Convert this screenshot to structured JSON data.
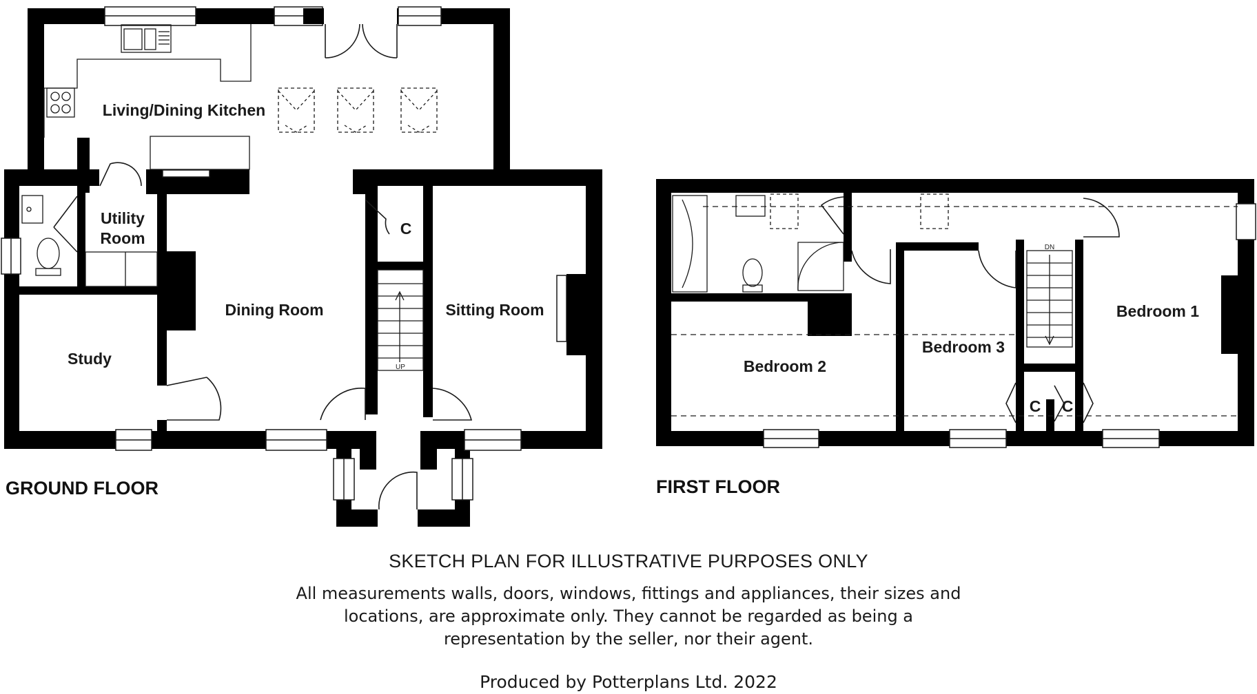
{
  "ground_floor": {
    "label": "GROUND FLOOR",
    "rooms": {
      "living_dining_kitchen": "Living/Dining Kitchen",
      "utility_line1": "Utility",
      "utility_line2": "Room",
      "dining_room": "Dining Room",
      "sitting_room": "Sitting Room",
      "study": "Study",
      "cupboard": "C"
    },
    "stairs_label": "UP"
  },
  "first_floor": {
    "label": "FIRST FLOOR",
    "rooms": {
      "bedroom_1": "Bedroom 1",
      "bedroom_2": "Bedroom 2",
      "bedroom_3": "Bedroom 3",
      "cupboard_a": "C",
      "cupboard_b": "C"
    },
    "stairs_label": "DN"
  },
  "disclaimer": {
    "title": "SKETCH PLAN FOR ILLUSTRATIVE PURPOSES ONLY",
    "line1": "All measurements walls, doors, windows, fittings and appliances, their sizes and",
    "line2": "locations, are approximate only. They cannot be regarded as being a",
    "line3": "representation by the seller, nor their agent.",
    "produced_by": "Produced by Potterplans Ltd. 2022"
  },
  "colors": {
    "wall": "#000000",
    "line": "#1a1a1a",
    "background": "#ffffff"
  }
}
